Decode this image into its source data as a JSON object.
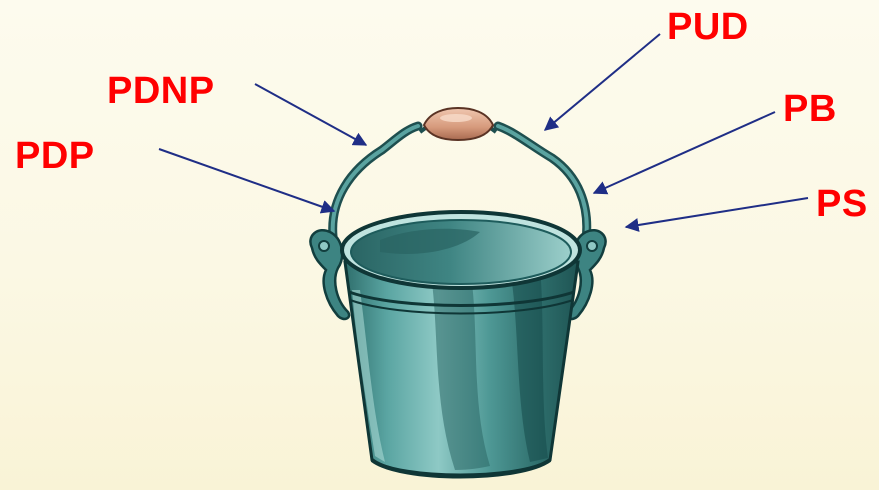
{
  "labels": {
    "pud": "PUD",
    "pdnp": "PDNP",
    "pb": "PB",
    "pdp": "PDP",
    "ps": "PS"
  },
  "colors": {
    "label": "#ff0000",
    "arrow": "#1f2e86",
    "bucket_body": "#4f9a98",
    "bucket_dark": "#1e5c5c",
    "bucket_light": "#8fc8c4",
    "handle_grip": "#d9a48a"
  },
  "illustration": "bucket-with-handle"
}
